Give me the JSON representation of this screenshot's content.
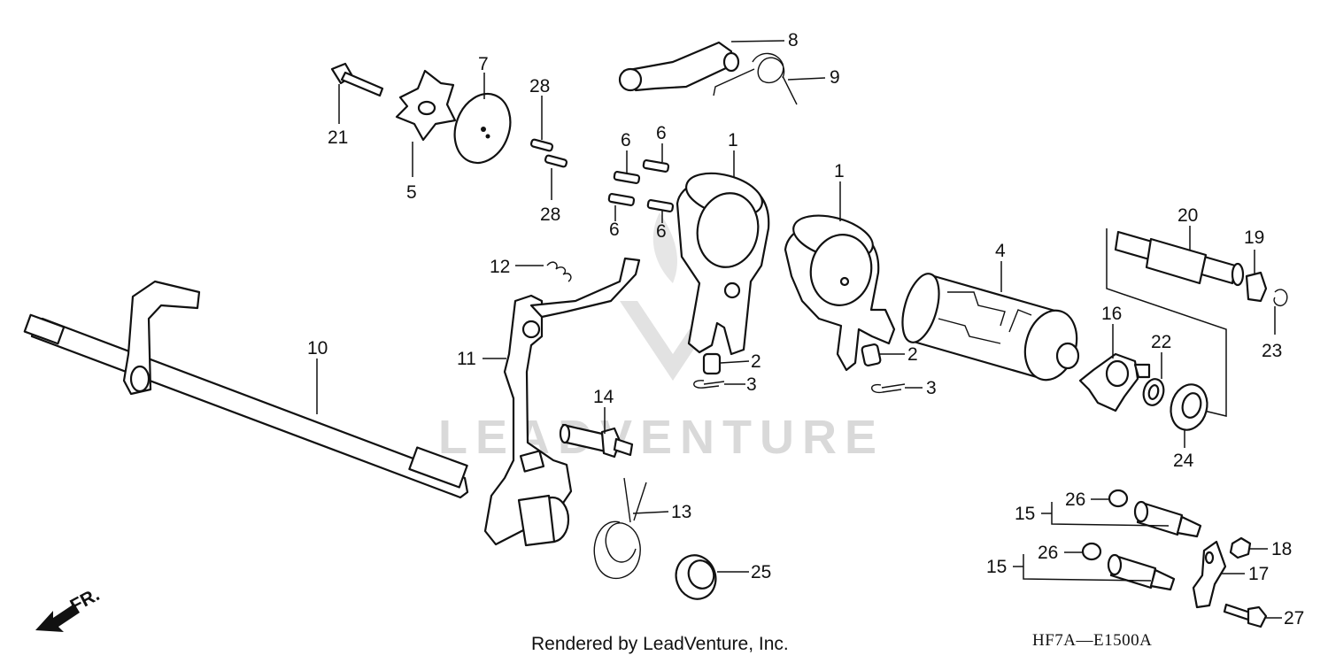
{
  "watermark": "LEADVENTURE",
  "footer": "Rendered by LeadVenture, Inc.",
  "diagram_code": "HF7A—E1500A",
  "direction_label": "FR.",
  "callouts": {
    "c1a": "1",
    "c1b": "1",
    "c2a": "2",
    "c2b": "2",
    "c3a": "3",
    "c3b": "3",
    "c4": "4",
    "c5": "5",
    "c6a": "6",
    "c6b": "6",
    "c6c": "6",
    "c6d": "6",
    "c7": "7",
    "c8": "8",
    "c9": "9",
    "c10": "10",
    "c11": "11",
    "c12": "12",
    "c13": "13",
    "c14": "14",
    "c15a": "15",
    "c15b": "15",
    "c16": "16",
    "c17": "17",
    "c18": "18",
    "c19": "19",
    "c20": "20",
    "c21": "21",
    "c22": "22",
    "c23": "23",
    "c24": "24",
    "c25": "25",
    "c26a": "26",
    "c26b": "26",
    "c27": "27",
    "c28a": "28",
    "c28b": "28"
  }
}
